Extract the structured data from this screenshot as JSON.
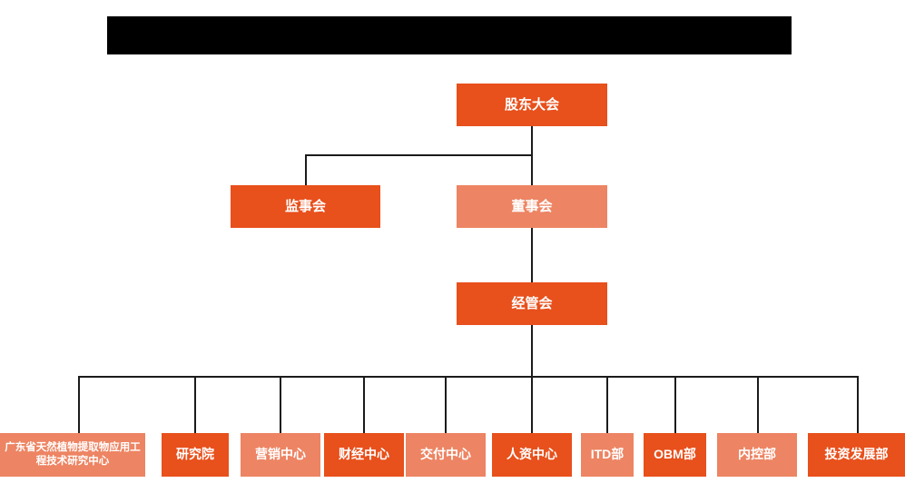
{
  "chart": {
    "type": "org-chart",
    "title_banner": {
      "label": "",
      "color": "#000000"
    },
    "colors": {
      "dark_orange": "#E8501C",
      "light_orange": "#ED8463",
      "connector": "#1b1b1b",
      "background": "#ffffff",
      "text": "#ffffff"
    },
    "levels": [
      {
        "name": "level-1",
        "nodes": [
          {
            "label": "股东大会",
            "shade": "dark"
          }
        ]
      },
      {
        "name": "level-2",
        "nodes": [
          {
            "label": "监事会",
            "shade": "dark"
          },
          {
            "label": "董事会",
            "shade": "light"
          }
        ]
      },
      {
        "name": "level-3",
        "nodes": [
          {
            "label": "经管会",
            "shade": "dark"
          }
        ]
      },
      {
        "name": "level-4-departments",
        "nodes": [
          {
            "label": "广东省天然植物提取物应用工程技术研究中心",
            "shade": "light"
          },
          {
            "label": "研究院",
            "shade": "dark"
          },
          {
            "label": "营销中心",
            "shade": "light"
          },
          {
            "label": "财经中心",
            "shade": "dark"
          },
          {
            "label": "交付中心",
            "shade": "light"
          },
          {
            "label": "人资中心",
            "shade": "dark"
          },
          {
            "label": "ITD部",
            "shade": "light"
          },
          {
            "label": "OBM部",
            "shade": "dark"
          },
          {
            "label": "内控部",
            "shade": "light"
          },
          {
            "label": "投资发展部",
            "shade": "dark"
          }
        ]
      }
    ]
  }
}
